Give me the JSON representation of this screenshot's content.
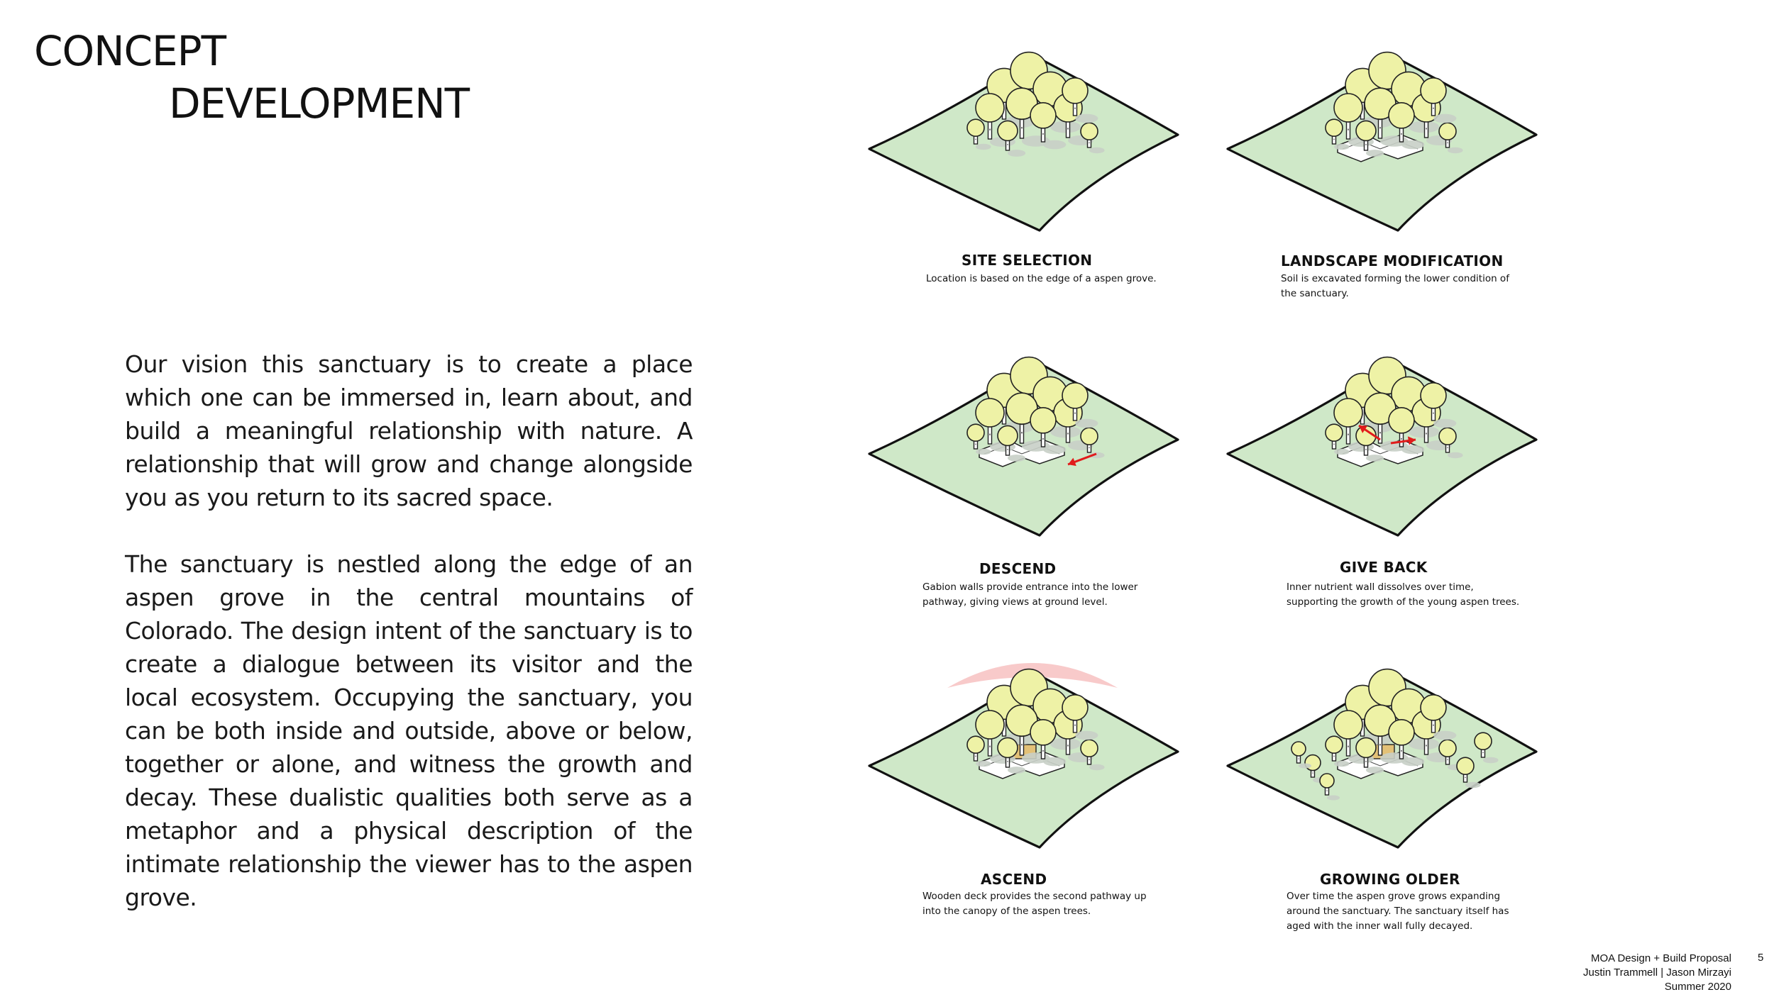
{
  "title": {
    "line1": "CONCEPT",
    "line2": "DEVELOPMENT"
  },
  "body": {
    "paragraph1": "Our vision this sanctuary is to create a place which one can be immersed in, learn about, and build a meaningful relationship with nature. A relationship that will grow and change alongside you as you return to its sacred space.",
    "paragraph2": "The sanctuary is nestled along the edge of an aspen grove in the central mountains of Colorado. The design intent of the sanctuary is to create a dialogue between its visitor and the local ecosystem. Occupying the sanctuary, you can be both inside and outside, above or below, together or alone, and witness the growth and decay. These dualistic qualities both serve as a metaphor and a physical description of the intimate relationship the viewer has to the aspen grove."
  },
  "diagrams": [
    {
      "title": "SITE SELECTION",
      "caption": "Location is based on the edge of a aspen grove."
    },
    {
      "title": "LANDSCAPE MODIFICATION",
      "caption": "Soil is excavated forming the lower condition of the sanctuary."
    },
    {
      "title": "DESCEND",
      "caption": "Gabion walls provide entrance into the lower pathway, giving views at ground level."
    },
    {
      "title": "GIVE BACK",
      "caption": "Inner nutrient wall dissolves over time, supporting the growth of the young aspen trees."
    },
    {
      "title": "ASCEND",
      "caption": "Wooden deck provides the second pathway up into the canopy of the aspen trees."
    },
    {
      "title": "GROWING OLDER",
      "caption": "Over time the aspen grove grows expanding around the sanctuary. The sanctuary itself has aged with the inner wall fully decayed."
    }
  ],
  "footer": {
    "line1": "MOA Design + Build Proposal",
    "line2": "Justin Trammell | Jason Mirzayi",
    "line3": "Summer 2020",
    "page_number": "5"
  },
  "colors": {
    "ground": "#cfe8c8",
    "tree_canopy": "#eef2a6",
    "tree_shadow": "#c8cfc6",
    "arrow": "#e11b1b",
    "highlight": "#f6b8b8",
    "deck": "#e3c177"
  }
}
